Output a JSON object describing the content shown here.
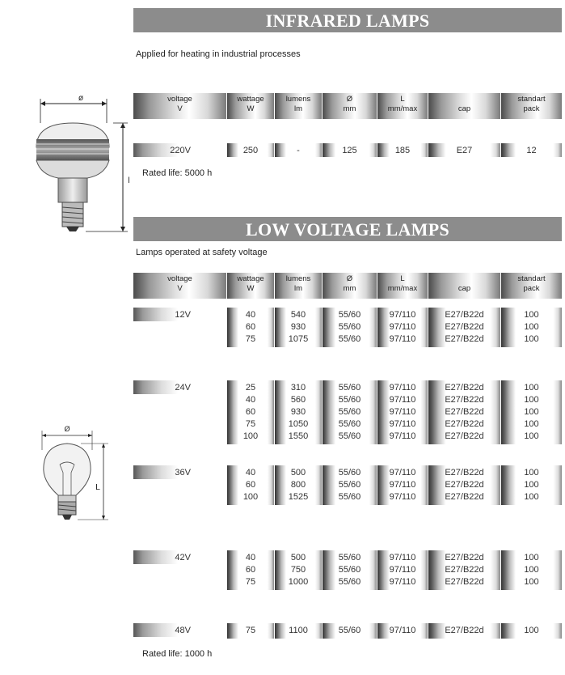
{
  "infrared": {
    "title": "INFRARED LAMPS",
    "description": "Applied for heating in industrial processes",
    "rated_life": "Rated life: 5000 h",
    "headers": [
      {
        "line1": "voltage",
        "line2": "V"
      },
      {
        "line1": "wattage",
        "line2": "W"
      },
      {
        "line1": "lumens",
        "line2": "lm"
      },
      {
        "line1": "Ø",
        "line2": "mm"
      },
      {
        "line1": "L",
        "line2": "mm/max"
      },
      {
        "line1": "",
        "line2": "cap"
      },
      {
        "line1": "standart",
        "line2": "pack"
      }
    ],
    "rows": [
      {
        "voltage": "220V",
        "wattage": "250",
        "lumens": "-",
        "diameter": "125",
        "length": "185",
        "cap": "E27",
        "pack": "12"
      }
    ]
  },
  "low_voltage": {
    "title": "LOW VOLTAGE LAMPS",
    "description": "Lamps operated at safety voltage",
    "rated_life": "Rated life: 1000 h",
    "headers": [
      {
        "line1": "voltage",
        "line2": "V"
      },
      {
        "line1": "wattage",
        "line2": "W"
      },
      {
        "line1": "lumens",
        "line2": "lm"
      },
      {
        "line1": "Ø",
        "line2": "mm"
      },
      {
        "line1": "L",
        "line2": "mm/max"
      },
      {
        "line1": "",
        "line2": "cap"
      },
      {
        "line1": "standart",
        "line2": "pack"
      }
    ],
    "groups": [
      {
        "voltage": "12V",
        "wattage": [
          "40",
          "60",
          "75"
        ],
        "lumens": [
          "540",
          "930",
          "1075"
        ],
        "diameter": [
          "55/60",
          "55/60",
          "55/60"
        ],
        "length": [
          "97/110",
          "97/110",
          "97/110"
        ],
        "cap": [
          "E27/B22d",
          "E27/B22d",
          "E27/B22d"
        ],
        "pack": [
          "100",
          "100",
          "100"
        ]
      },
      {
        "voltage": "24V",
        "wattage": [
          "25",
          "40",
          "60",
          "75",
          "100"
        ],
        "lumens": [
          "310",
          "560",
          "930",
          "1050",
          "1550"
        ],
        "diameter": [
          "55/60",
          "55/60",
          "55/60",
          "55/60",
          "55/60"
        ],
        "length": [
          "97/110",
          "97/110",
          "97/110",
          "97/110",
          "97/110"
        ],
        "cap": [
          "E27/B22d",
          "E27/B22d",
          "E27/B22d",
          "E27/B22d",
          "E27/B22d"
        ],
        "pack": [
          "100",
          "100",
          "100",
          "100",
          "100"
        ]
      },
      {
        "voltage": "36V",
        "wattage": [
          "40",
          "60",
          "100"
        ],
        "lumens": [
          "500",
          "800",
          "1525"
        ],
        "diameter": [
          "55/60",
          "55/60",
          "55/60"
        ],
        "length": [
          "97/110",
          "97/110",
          "97/110"
        ],
        "cap": [
          "E27/B22d",
          "E27/B22d",
          "E27/B22d"
        ],
        "pack": [
          "100",
          "100",
          "100"
        ]
      },
      {
        "voltage": "42V",
        "wattage": [
          "40",
          "60",
          "75"
        ],
        "lumens": [
          "500",
          "750",
          "1000"
        ],
        "diameter": [
          "55/60",
          "55/60",
          "55/60"
        ],
        "length": [
          "97/110",
          "97/110",
          "97/110"
        ],
        "cap": [
          "E27/B22d",
          "E27/B22d",
          "E27/B22d"
        ],
        "pack": [
          "100",
          "100",
          "100"
        ]
      },
      {
        "voltage": "48V",
        "wattage": [
          "75"
        ],
        "lumens": [
          "1100"
        ],
        "diameter": [
          "55/60"
        ],
        "length": [
          "97/110"
        ],
        "cap": [
          "E27/B22d"
        ],
        "pack": [
          "100"
        ]
      }
    ]
  },
  "drawings": {
    "reflector": {
      "diameter_label": "ø",
      "length_label": "l"
    },
    "bulb": {
      "diameter_label": "Ø",
      "length_label": "L"
    }
  }
}
